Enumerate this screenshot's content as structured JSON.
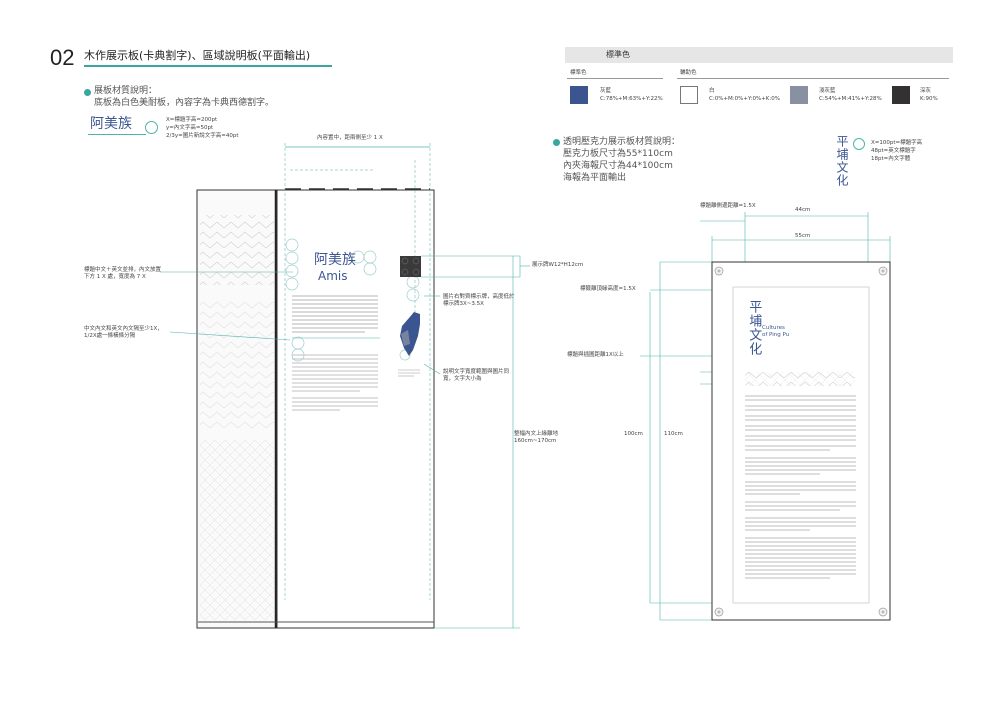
{
  "header": {
    "number": "02",
    "title": "木作展示板(卡典割字)、區域說明板(平面輸出)"
  },
  "color_standard": {
    "title": "標準色",
    "col_standard": "標準色",
    "col_aux": "輔助色",
    "swatches": [
      {
        "name": "灰藍",
        "formula": "C:78%+M:63%+Y:22%",
        "hex": "#3b5591"
      },
      {
        "name": "白",
        "formula": "C:0%+M:0%+Y:0%+K:0%",
        "hex": "#ffffff"
      },
      {
        "name": "淺灰藍",
        "formula": "C:54%+M:41%+Y:28%",
        "hex": "#8890a2"
      },
      {
        "name": "深灰",
        "formula": "K:90%",
        "hex": "#333132"
      }
    ]
  },
  "left_panel": {
    "bullet_title": "展板材質說明：",
    "bullet_body": "底板為白色美耐板，內容字為卡典西德割字。",
    "title_sample": "阿美族",
    "formula_lines": [
      "X=標題字高=200pt",
      "y=內文字高=50pt",
      "2/3y=圖片新說文字高=40pt"
    ],
    "top_dim": "內容置中，距兩側至少 1 X",
    "annotation_title": "標題中文＋英文並排，內文放置下方 1 X 處，寬度為 7 X",
    "annotation_body": "中文內文和英文內文隔至少1X，1/2X處一條橫條分隔",
    "annotation_image": "圖片右對齊標示牌，高度低於標示牌3X~3.5X",
    "annotation_caption": "說明文字寬度範圍與圖片同寬，文字大小為",
    "height_dim": "整幅內文上緣離地160cm~170cm",
    "sign_size": "展示牌W12*H12cm",
    "panel_title_cn": "阿美族",
    "panel_title_en": "Amis"
  },
  "right_panel": {
    "bullet_title": "透明壓克力展示板材質說明：",
    "bullet_lines": [
      "壓克力板尺寸為55*110cm",
      "內夾海報尺寸為44*100cm",
      "海報為平面輸出"
    ],
    "vertical_title": "平埔文化",
    "formula_lines": [
      "X=100pt=標題字高",
      "48pt=英文標題字",
      "18pt=內文字體"
    ],
    "dim_title_side": "標題離側邊距離=1.5X",
    "dim_44": "44cm",
    "dim_55": "55cm",
    "dim_title_top": "標籤離頂緣高度=1.5X",
    "dim_image_gap": "標題與插圖距離1X以上",
    "dim_100": "100cm",
    "dim_110": "110cm",
    "poster_title": "平埔文化",
    "poster_subtitle": "Cultures of Ping Pu"
  }
}
